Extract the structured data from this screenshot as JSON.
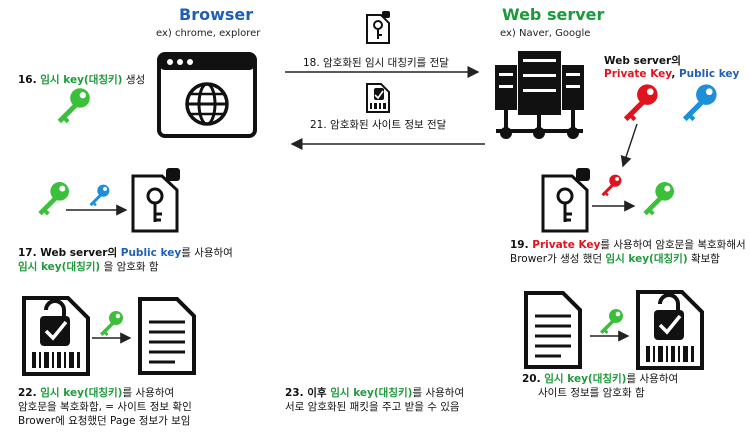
{
  "browser": {
    "title": "Browser",
    "subtitle": "ex) chrome, explorer"
  },
  "server": {
    "title": "Web server",
    "subtitle": "ex) Naver, Google",
    "keys_line1": "Web server의",
    "private_key": "Private Key",
    "comma": ", ",
    "public_key": "Public key"
  },
  "arrows": {
    "a18": "18. 암호화된 임시 대칭키를 전달",
    "a21": "21. 암호화된 사이트 정보 전달"
  },
  "steps": {
    "s16": {
      "num": "16. ",
      "key": "임시 key(대칭키)",
      "rest": " 생성"
    },
    "s17": {
      "l1_num": "17. Web server의 ",
      "l1_key": "Public key",
      "l1_rest": "를 사용하여",
      "l2_key": "임시 key(대칭키)",
      "l2_rest": " 을 암호화 함"
    },
    "s19": {
      "num": "19. ",
      "key": "Private Key",
      "l1_rest": "를 사용하여 암호문을 복호화해서",
      "l2_pre": "Brower가 생성 했던 ",
      "l2_key": "임시 key(대칭키)",
      "l2_rest": " 확보함"
    },
    "s20": {
      "num": "20. ",
      "key": "임시 key(대칭키)",
      "l1_rest": "를 사용하여",
      "l2": "사이트 정보를 암호화 함"
    },
    "s22": {
      "num": "22. ",
      "key": "임시 key(대칭키)",
      "l1_rest": "를 사용하여",
      "l2": "암호문을 복호화함, = 사이트 정보 확인",
      "l3": "Brower에 요청했던 Page 정보가 보임"
    },
    "s23": {
      "num": "23. 이후 ",
      "key": "임시 key(대칭키)",
      "l1_rest": "를 사용하여",
      "l2": "서로 암호화된 패킷을 주고 받을 수 있음"
    }
  },
  "colors": {
    "green": "#1f9a3c",
    "red": "#e0141e",
    "blue": "#1f5fb4"
  }
}
